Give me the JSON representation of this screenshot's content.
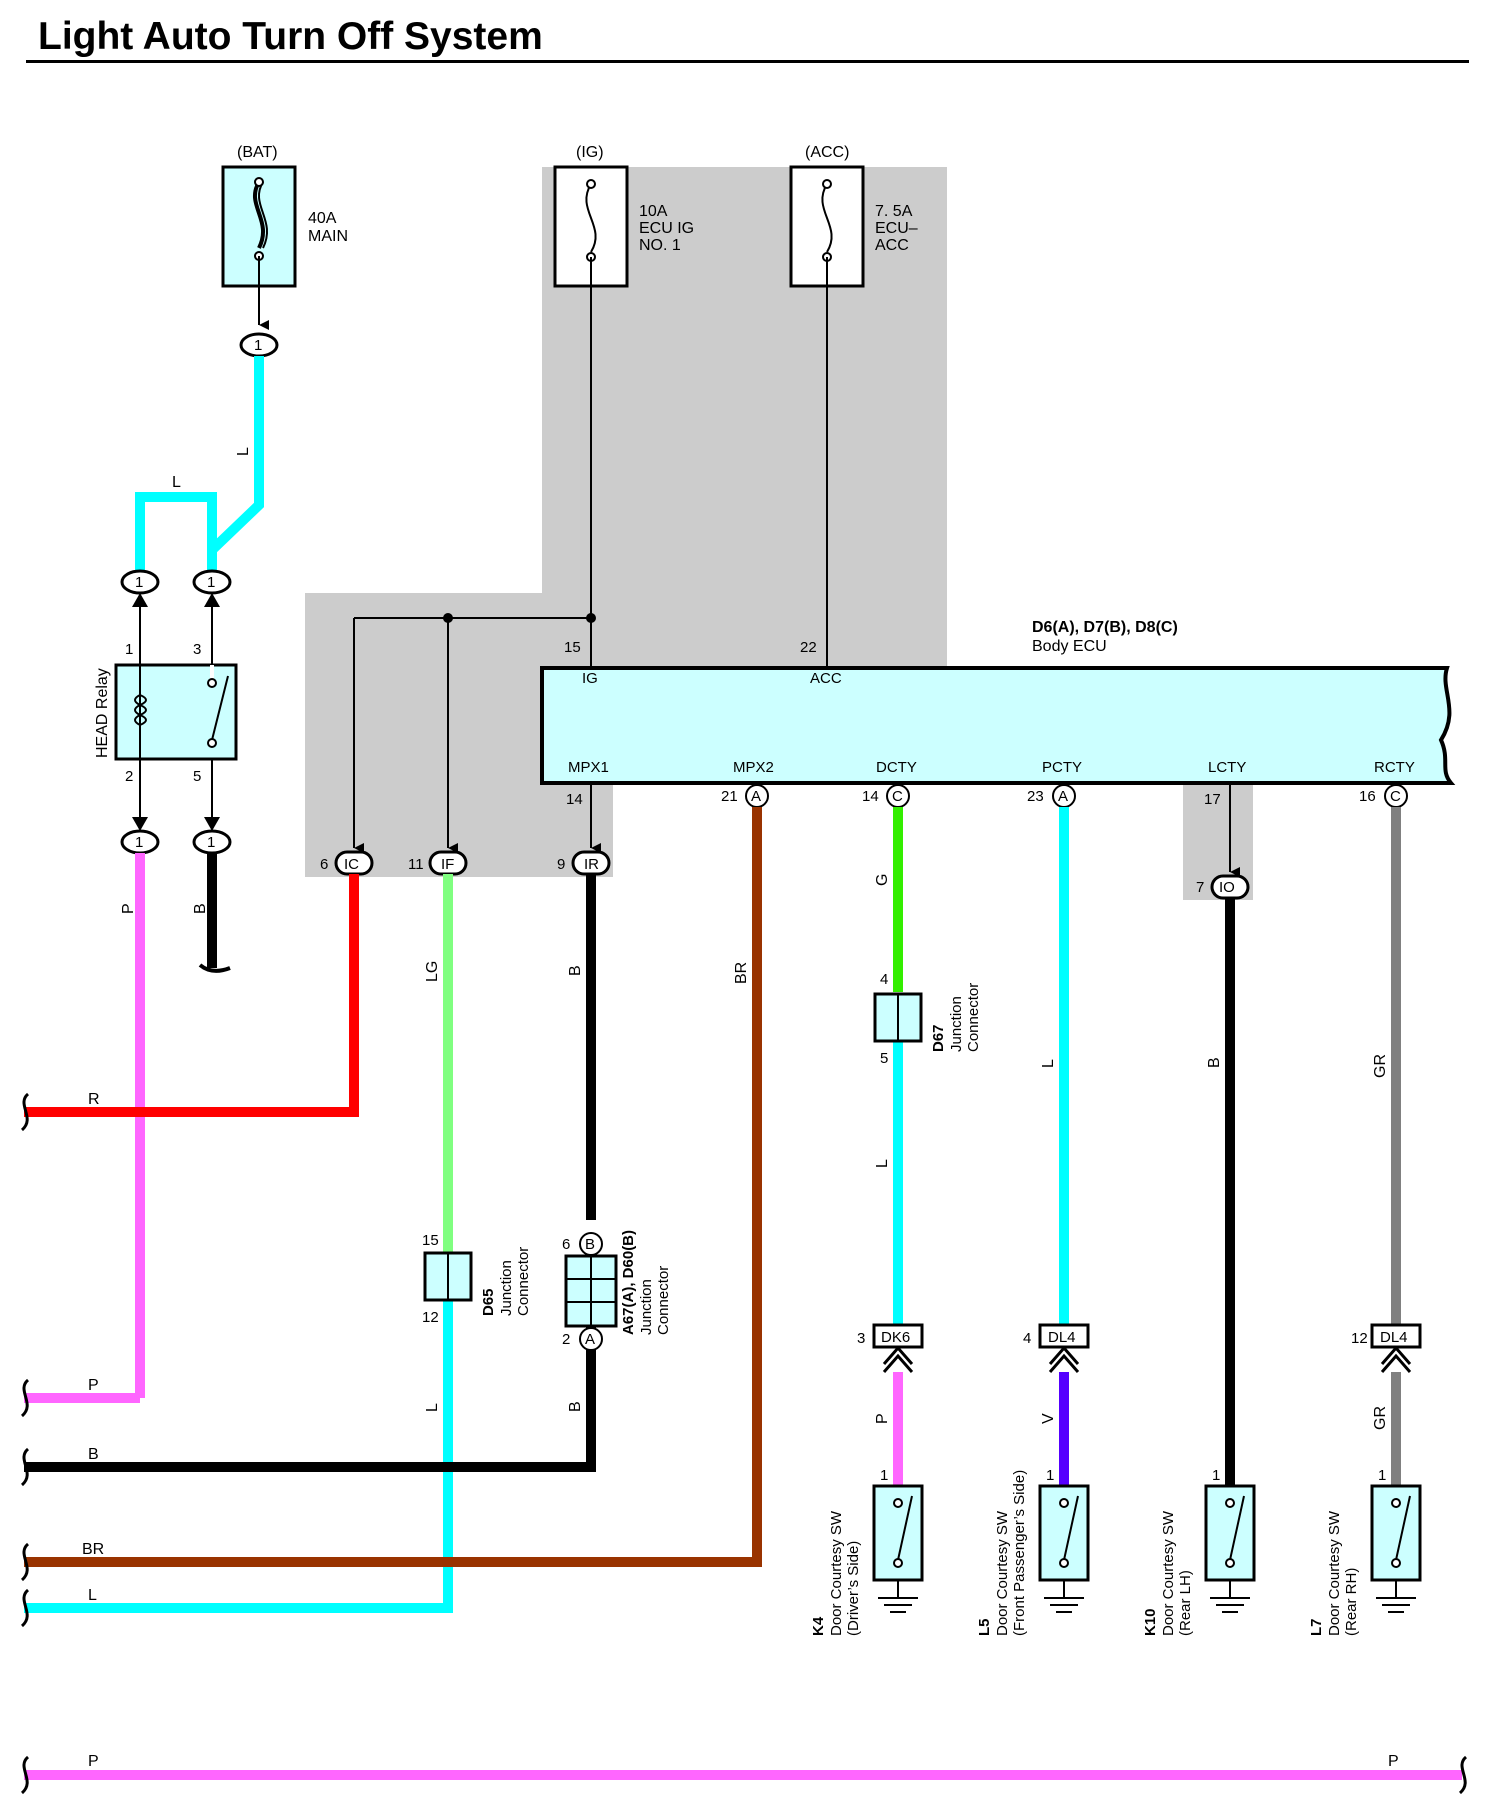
{
  "title": "Light Auto Turn Off System",
  "fuses": [
    {
      "source": "(BAT)",
      "lines": [
        "40A",
        "MAIN"
      ]
    },
    {
      "source": "(IG)",
      "lines": [
        "10A",
        "ECU IG",
        "NO. 1"
      ]
    },
    {
      "source": "(ACC)",
      "lines": [
        "7. 5A",
        "ECU–",
        "ACC"
      ]
    }
  ],
  "relay": {
    "name": "HEAD Relay",
    "pins": [
      "1",
      "3",
      "2",
      "5"
    ],
    "connector_numbers": [
      "1",
      "1",
      "1",
      "1",
      "1"
    ]
  },
  "ecu": {
    "code": "D6(A), D7(B), D8(C)",
    "name": "Body ECU",
    "top_terminals": [
      {
        "pin": "15",
        "name": "IG"
      },
      {
        "pin": "22",
        "name": "ACC"
      }
    ],
    "bottom_terminals": [
      {
        "pin": "14",
        "conn": "",
        "name": "MPX1"
      },
      {
        "pin": "21",
        "conn": "A",
        "name": "MPX2"
      },
      {
        "pin": "14",
        "conn": "C",
        "name": "DCTY"
      },
      {
        "pin": "23",
        "conn": "A",
        "name": "PCTY"
      },
      {
        "pin": "17",
        "conn": "",
        "name": "LCTY"
      },
      {
        "pin": "16",
        "conn": "C",
        "name": "RCTY"
      }
    ]
  },
  "junction_tags": [
    {
      "pin": "6",
      "name": "IC"
    },
    {
      "pin": "11",
      "name": "IF"
    },
    {
      "pin": "9",
      "name": "IR"
    },
    {
      "pin": "7",
      "name": "IO"
    }
  ],
  "junction_connectors": [
    {
      "code": "D65",
      "lines": [
        "Junction",
        "Connector"
      ],
      "pins": [
        "15",
        "12"
      ]
    },
    {
      "code": "A67(A), D60(B)",
      "lines": [
        "Junction",
        "Connector"
      ],
      "pins": [
        "6",
        "B",
        "2",
        "A"
      ]
    },
    {
      "code": "D67",
      "lines": [
        "Junction",
        "Connector"
      ],
      "pins": [
        "4",
        "5"
      ]
    }
  ],
  "inline_connectors": [
    {
      "pin": "3",
      "name": "DK6"
    },
    {
      "pin": "4",
      "name": "DL4"
    },
    {
      "pin": "12",
      "name": "DL4"
    }
  ],
  "switches": [
    {
      "code": "K4",
      "lines": [
        "Door Courtesy SW",
        "(Driver’s Side)"
      ],
      "pin": "1"
    },
    {
      "code": "L5",
      "lines": [
        "Door Courtesy SW",
        "(Front Passenger’s Side)"
      ],
      "pin": "1"
    },
    {
      "code": "K10",
      "lines": [
        "Door Courtesy SW",
        "(Rear LH)"
      ],
      "pin": "1"
    },
    {
      "code": "L7",
      "lines": [
        "Door Courtesy SW",
        "(Rear RH)"
      ],
      "pin": "1"
    }
  ],
  "wire_colors": {
    "L_label": "L",
    "P_label": "P",
    "B_label": "B",
    "R_label": "R",
    "LG_label": "LG",
    "BR_label": "BR",
    "G_label": "G",
    "V_label": "V",
    "GR_label": "GR"
  },
  "colors": {
    "L": "#00ffff",
    "P": "#ff66ff",
    "B": "#000000",
    "R": "#ff0000",
    "LG": "#80ff80",
    "BR": "#993300",
    "G": "#33ee00",
    "V": "#5500ff",
    "GR": "#808080",
    "component_fill": "#ccffff",
    "shade": "#cccccc"
  }
}
